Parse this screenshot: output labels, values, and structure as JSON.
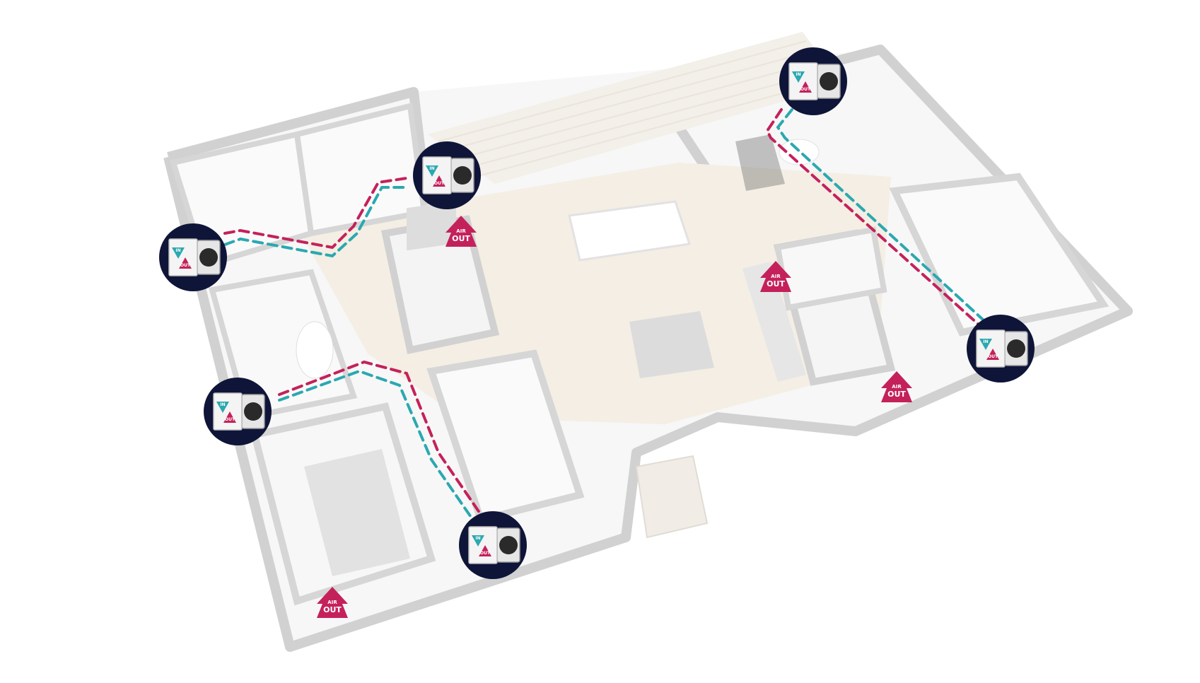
{
  "diagram": {
    "floorplan": {
      "floor_color": "#f3ece0",
      "wall_color": "#c9c9c9",
      "room_color": "#fafafa"
    },
    "colors": {
      "unit_ring": "#0f1538",
      "duct_supply": "#2ba8b0",
      "duct_extract": "#c4215a",
      "air_out_arrow": "#c4215a",
      "unit_panel": "#f4f4f4"
    },
    "ventilation_units": [
      {
        "id": "unit-west-bedroom",
        "icon": "mvhr-unit-icon",
        "panel_text_in": "IN",
        "panel_text_out": "OUT"
      },
      {
        "id": "unit-north-bedroom",
        "icon": "mvhr-unit-icon",
        "panel_text_in": "IN",
        "panel_text_out": "OUT"
      },
      {
        "id": "unit-living-room",
        "icon": "mvhr-unit-icon",
        "panel_text_in": "IN",
        "panel_text_out": "OUT"
      },
      {
        "id": "unit-west-lounge",
        "icon": "mvhr-unit-icon",
        "panel_text_in": "IN",
        "panel_text_out": "OUT"
      },
      {
        "id": "unit-south-bedroom",
        "icon": "mvhr-unit-icon",
        "panel_text_in": "IN",
        "panel_text_out": "OUT"
      },
      {
        "id": "unit-east-bedroom",
        "icon": "mvhr-unit-icon",
        "panel_text_in": "IN",
        "panel_text_out": "OUT"
      }
    ],
    "air_out_markers": [
      {
        "id": "air-out-bathroom",
        "line1": "AIR",
        "line2": "OUT"
      },
      {
        "id": "air-out-kitchen",
        "line1": "AIR",
        "line2": "OUT"
      },
      {
        "id": "air-out-east-bath",
        "line1": "AIR",
        "line2": "OUT"
      },
      {
        "id": "air-out-south-utility",
        "line1": "AIR",
        "line2": "OUT"
      }
    ]
  }
}
